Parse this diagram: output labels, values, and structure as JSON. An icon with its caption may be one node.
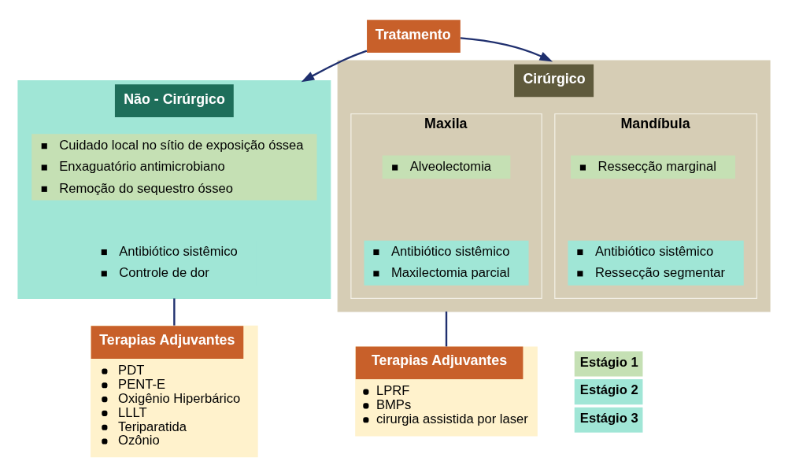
{
  "diagram": {
    "nodes": [
      {
        "text": [
          "Tratamento"
        ]
      },
      {
        "text": [
          "Não - Cirúrgico"
        ]
      },
      {
        "text": [
          "Cuidado local no sítio de exposição óssea",
          "Enxaguatório antimicrobiano",
          "Remoção do sequestro ósseo"
        ],
        "in": 1
      },
      {
        "text": [
          "Antibiótico sistêmico",
          "Controle de dor"
        ],
        "in": 1
      },
      {
        "text": [
          "Cirúrgico"
        ]
      },
      {
        "text": [
          "Mandíbula"
        ],
        "in": 4
      },
      {
        "text": [
          "Ressecção marginal"
        ],
        "in": 5
      },
      {
        "text": [
          "Antibiótico sistêmico",
          "Ressecção segmentar"
        ],
        "in": 5
      },
      {
        "text": [
          "Maxila"
        ],
        "in": 4
      },
      {
        "text": [
          "Alveolectomia"
        ],
        "in": 8
      },
      {
        "text": [
          "Antibiótico sistêmico",
          "Maxilectomia parcial"
        ],
        "in": 8
      },
      {
        "text": [
          "Terapias Adjuvantes",
          "PDT",
          "PENT-E",
          "Oxigênio Hiperbárico",
          "LLLT",
          "Teriparatida",
          "Ozônio"
        ]
      },
      {
        "text": [
          "Terapias Adjuvantes",
          "LPRF",
          "BMPs",
          "cirurgia assistida por laser"
        ]
      }
    ],
    "edges": [
      {
        "from": 0,
        "to": 1,
        "arrow": "to"
      },
      {
        "from": 0,
        "to": 4,
        "arrow": "to"
      },
      {
        "from": 1,
        "to": 11,
        "arrow": "none"
      },
      {
        "from": 4,
        "to": 12,
        "arrow": "none"
      }
    ],
    "legend": [
      {
        "text": "Estágio 1",
        "color": "#c5e0b4"
      },
      {
        "text": "Estágio 2",
        "color": "#a0e6d6"
      },
      {
        "text": "Estágio 3",
        "color": "#a0e6d6"
      }
    ]
  }
}
